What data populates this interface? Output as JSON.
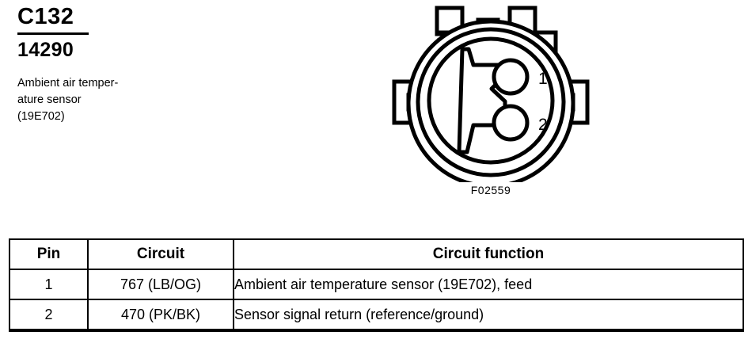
{
  "header": {
    "connector_id": "C132",
    "part_number": "14290",
    "description_line_1": "Ambient air temper-",
    "description_line_2": "ature sensor",
    "description_line_3": "(19E702)"
  },
  "figure": {
    "caption": "F02559",
    "pin_labels": [
      "1",
      "2"
    ],
    "line_color": "#000000",
    "fill_color": "#ffffff"
  },
  "table": {
    "columns": [
      "Pin",
      "Circuit",
      "Circuit function"
    ],
    "rows": [
      {
        "pin": "1",
        "circuit": "767 (LB/OG)",
        "function": "Ambient air temperature sensor (19E702), feed"
      },
      {
        "pin": "2",
        "circuit": "470 (PK/BK)",
        "function": "Sensor signal return (reference/ground)"
      }
    ]
  }
}
